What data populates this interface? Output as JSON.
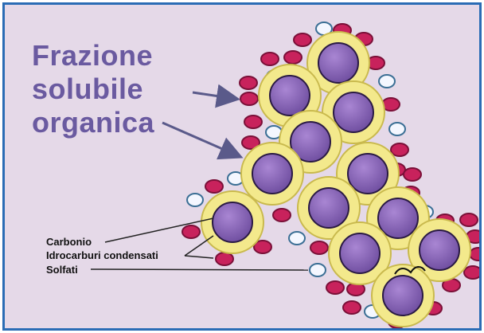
{
  "title_lines": [
    "Frazione",
    "solubile",
    "organica"
  ],
  "labels": {
    "carbonio": "Carbonio",
    "idrocarburi": "Idrocarburi condensati",
    "solfati": "Solfati"
  },
  "colors": {
    "border": "#2a6cb5",
    "background": "#e5d9e8",
    "carbon_core": "#8a64b8",
    "hydrocarbon_shell": "#f3e98c",
    "soluble_organic_particle": "#c8225c",
    "sulfate_particle": "#f4f7ff",
    "title_text": "#6a5aa0"
  }
}
